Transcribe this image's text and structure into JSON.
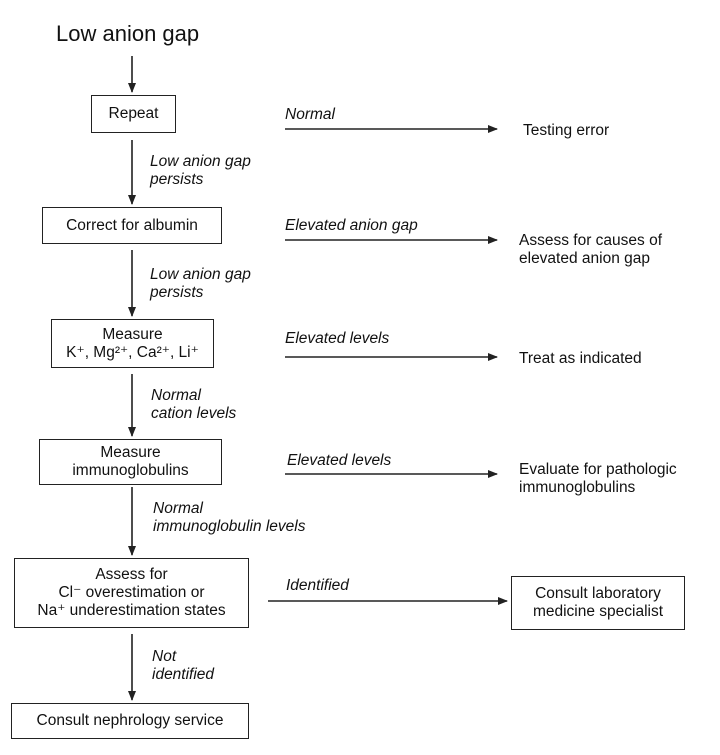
{
  "start": "Low anion gap",
  "steps": [
    {
      "box": [
        "Repeat"
      ],
      "branch_label": "Normal",
      "outcome": [
        "Testing error"
      ],
      "down_label": [
        "Low anion gap",
        "persists"
      ]
    },
    {
      "box": [
        "Correct for albumin"
      ],
      "branch_label": "Elevated anion gap",
      "outcome": [
        "Assess for causes of",
        "elevated anion gap"
      ],
      "down_label": [
        "Low anion gap",
        "persists"
      ]
    },
    {
      "box": [
        "Measure",
        "K⁺, Mg²⁺, Ca²⁺, Li⁺"
      ],
      "branch_label": "Elevated levels",
      "outcome": [
        "Treat as indicated"
      ],
      "down_label": [
        "Normal",
        "cation levels"
      ]
    },
    {
      "box": [
        "Measure",
        "immunoglobulins"
      ],
      "branch_label": "Elevated levels",
      "outcome": [
        "Evaluate for pathologic",
        "immunoglobulins"
      ],
      "down_label": [
        "Normal",
        "immunoglobulin levels"
      ]
    },
    {
      "box": [
        "Assess for",
        "Cl⁻ overestimation or",
        "Na⁺ underestimation states"
      ],
      "branch_label": "Identified",
      "outcome": [
        "Consult laboratory",
        "medicine specialist"
      ],
      "down_label": [
        "Not",
        "identified"
      ]
    }
  ],
  "final": "Consult nephrology service"
}
